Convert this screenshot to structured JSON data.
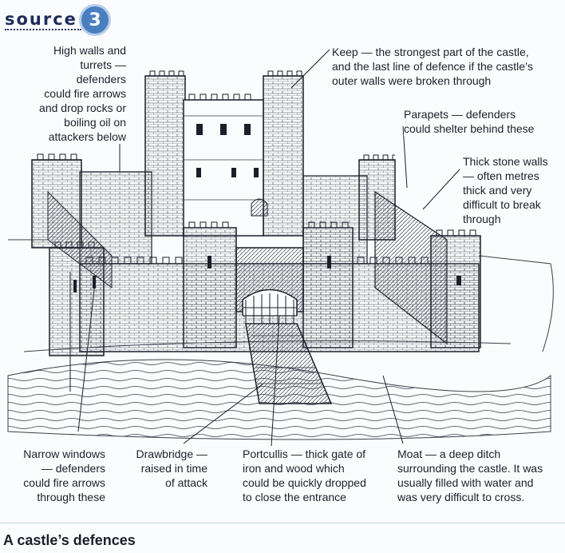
{
  "source": {
    "word": "source",
    "number": "3"
  },
  "labels": {
    "high_walls": [
      "High walls and",
      "turrets — defenders",
      "could fire arrows",
      "and drop rocks or",
      "boiling oil on",
      "attackers below"
    ],
    "keep": [
      "Keep — the strongest part of the castle,",
      "and the last line of defence if the castle’s",
      "outer walls were broken through"
    ],
    "parapets": [
      "Parapets — defenders",
      "could shelter behind these"
    ],
    "stone_walls": [
      "Thick stone walls",
      "— often metres",
      "thick and very",
      "difficult to break",
      "through"
    ],
    "narrow_windows": [
      "Narrow windows",
      "— defenders",
      "could fire arrows",
      "through these"
    ],
    "drawbridge": [
      "Drawbridge —",
      "raised in time",
      "of attack"
    ],
    "portcullis": [
      "Portcullis — thick gate of",
      "iron and wood which",
      "could be quickly dropped",
      "to close the entrance"
    ],
    "moat": [
      "Moat — a deep ditch",
      "surrounding the castle. It was",
      "usually filled with water and",
      "was very difficult to cross."
    ]
  },
  "caption": "A castle’s defences",
  "colors": {
    "ink": "#1a1f2a",
    "accent": "#4a7fbf",
    "heading": "#1d2c5a"
  }
}
